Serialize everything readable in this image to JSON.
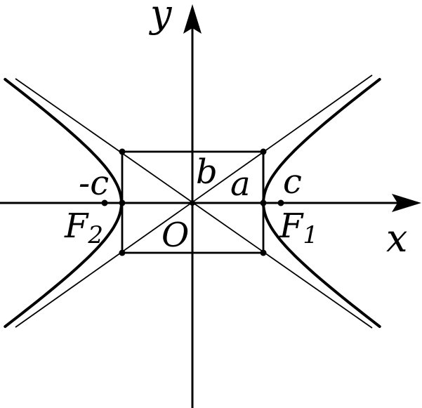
{
  "diagram": {
    "labels": {
      "axis_x": "x",
      "axis_y": "y",
      "origin": "O",
      "semi_major": "a",
      "semi_minor": "b",
      "pos_c": "c",
      "neg_c": "-c",
      "focus_right_letter": "F",
      "focus_right_sub": "1",
      "focus_left_letter": "F",
      "focus_left_sub": "2"
    },
    "colors": {
      "ink": "#000000",
      "background": "#ffffff"
    }
  }
}
